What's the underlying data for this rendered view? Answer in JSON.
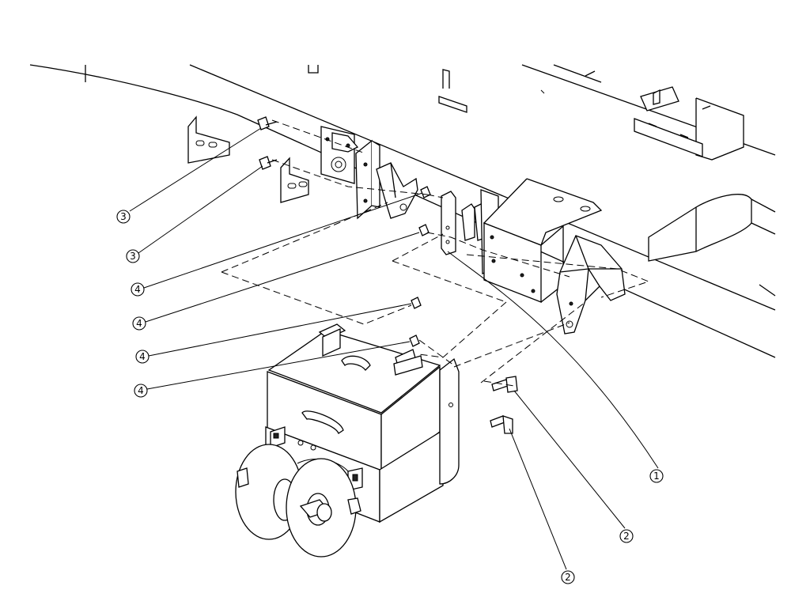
{
  "balloons": [
    {
      "id": "callout-3-upper",
      "label": "3"
    },
    {
      "id": "callout-3-lower",
      "label": "3"
    },
    {
      "id": "callout-4-a",
      "label": "4"
    },
    {
      "id": "callout-4-b",
      "label": "4"
    },
    {
      "id": "callout-4-c",
      "label": "4"
    },
    {
      "id": "callout-4-d",
      "label": "4"
    },
    {
      "id": "callout-1",
      "label": "1"
    },
    {
      "id": "callout-2-upper",
      "label": "2"
    },
    {
      "id": "callout-2-lower",
      "label": "2"
    }
  ]
}
